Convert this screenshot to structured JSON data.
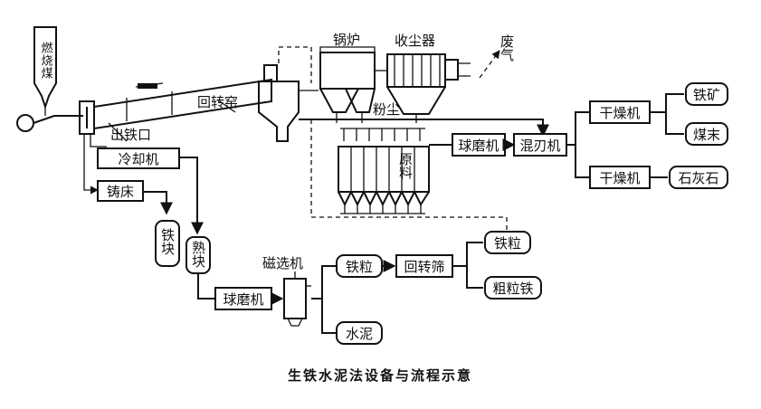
{
  "labels": {
    "fuel_coal": "燃烧煤",
    "tap_hole": "出铁口",
    "rotary_kiln": "回转窑",
    "cooler": "冷却机",
    "casting_bed": "铸床",
    "iron_block": "铁块",
    "clinker_block": "熟块",
    "ball_mill_1": "球磨机",
    "magnetic_separator": "磁选机",
    "iron_grain": "铁粒",
    "rotary_screen": "回转筛",
    "iron_grain_out": "铁粒",
    "coarse_iron": "粗粒铁",
    "cement": "水泥",
    "boiler": "锅炉",
    "dust_collector": "收尘器",
    "exhaust_gas": "废气",
    "dust": "粉尘",
    "feed_bin": "原料",
    "ball_mill_2": "球磨机",
    "mixer": "混刃机",
    "dryer_1": "干燥机",
    "dryer_2": "干燥机",
    "iron_ore": "铁矿",
    "coal_powder": "煤末",
    "limestone": "石灰石"
  },
  "caption": "生铁水泥法设备与流程示意"
}
